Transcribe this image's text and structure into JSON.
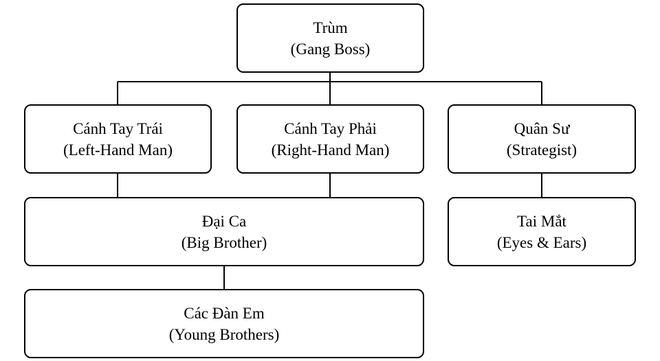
{
  "org_chart": {
    "boss": {
      "name": "Trùm",
      "translation": "(Gang Boss)"
    },
    "left_hand": {
      "name": "Cánh Tay Trái",
      "translation": "(Left-Hand Man)"
    },
    "right_hand": {
      "name": "Cánh Tay Phải",
      "translation": "(Right-Hand Man)"
    },
    "strategist": {
      "name": "Quân Sư",
      "translation": "(Strategist)"
    },
    "big_brother": {
      "name": "Đại Ca",
      "translation": "(Big Brother)"
    },
    "eyes_ears": {
      "name": "Tai Mắt",
      "translation": "(Eyes & Ears)"
    },
    "young_brothers": {
      "name": "Các Đàn Em",
      "translation": "(Young Brothers)"
    }
  },
  "colors": {
    "line": "#000000",
    "box_border": "#000000",
    "background": "#ffffff"
  }
}
